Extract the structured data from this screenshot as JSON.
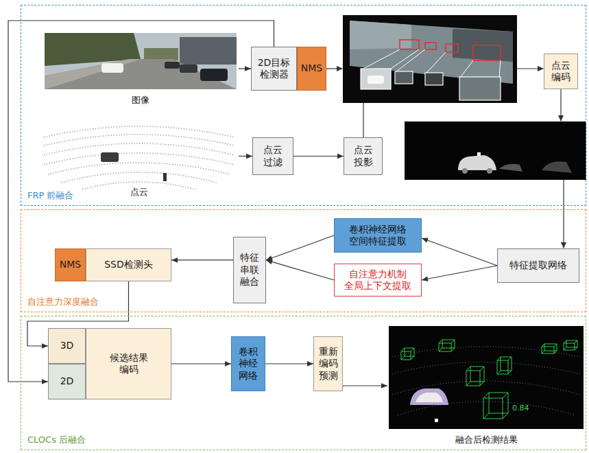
{
  "diagram": {
    "nodes": [
      {
        "text": [
          "FRP 前融合"
        ]
      },
      {
        "text": [
          "图像"
        ],
        "in": 0
      },
      {
        "text": [
          "2D目标 检测器"
        ],
        "in": 0
      },
      {
        "text": [
          "NMS"
        ],
        "in": 0
      },
      {
        "text": [
          "点云"
        ],
        "in": 0
      },
      {
        "text": [
          "点云 过滤"
        ],
        "in": 0
      },
      {
        "text": [
          "点云 投影"
        ],
        "in": 0
      },
      {
        "text": [
          "点云 编码"
        ],
        "in": 0
      },
      {
        "text": [
          "自注意力深度融合"
        ]
      },
      {
        "text": [
          "NMS"
        ],
        "in": 8
      },
      {
        "text": [
          "SSD检测头"
        ],
        "in": 8
      },
      {
        "text": [
          "特征 串联 融合"
        ],
        "in": 8
      },
      {
        "text": [
          "卷积神经网络 空间特征提取"
        ],
        "in": 8
      },
      {
        "text": [
          "自注意力机制 全局上下文提取"
        ],
        "in": 8
      },
      {
        "text": [
          "特征提取网络"
        ],
        "in": 8
      },
      {
        "text": [
          "CLOCs 后融合"
        ]
      },
      {
        "text": [
          "3D"
        ],
        "in": 15
      },
      {
        "text": [
          "2D"
        ],
        "in": 15
      },
      {
        "text": [
          "候选结果 编码"
        ],
        "in": 15
      },
      {
        "text": [
          "卷积 神经 网络"
        ],
        "in": 15
      },
      {
        "text": [
          "重新 编码 预测"
        ],
        "in": 15
      },
      {
        "text": [
          "融合后检测结果"
        ],
        "in": 15
      }
    ],
    "edges": [
      {
        "from": 1,
        "to": 2,
        "arrow": "to"
      },
      {
        "from": 2,
        "to": 17,
        "arrow": "to"
      },
      {
        "from": 4,
        "to": 5,
        "arrow": "to"
      },
      {
        "from": 5,
        "to": 6,
        "arrow": "to"
      },
      {
        "from": 14,
        "to": 12,
        "arrow": "to"
      },
      {
        "from": 14,
        "to": 13,
        "arrow": "to"
      },
      {
        "from": 12,
        "to": 11,
        "arrow": "to"
      },
      {
        "from": 13,
        "to": 11,
        "arrow": "to"
      },
      {
        "from": 11,
        "to": 10,
        "arrow": "to"
      },
      {
        "from": 10,
        "to": 16,
        "arrow": "to"
      },
      {
        "from": 18,
        "to": 19,
        "arrow": "to"
      },
      {
        "from": 19,
        "to": 20,
        "arrow": "to"
      },
      {
        "from": 20,
        "to": 21,
        "arrow": "to"
      }
    ],
    "labels": [
      "0.84"
    ]
  }
}
